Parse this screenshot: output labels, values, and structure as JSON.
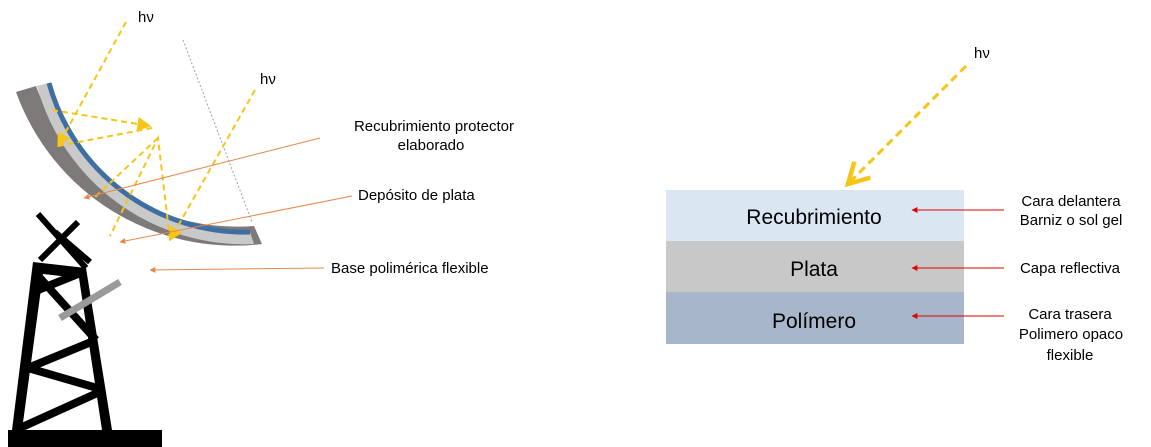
{
  "left_diagram": {
    "hv_label_1": "hν",
    "hv_label_2": "hν",
    "label_coating_line1": "Recubrimiento protector",
    "label_coating_line2": "elaborado",
    "label_silver": "Depósito de plata",
    "label_base": "Base polimérica flexible"
  },
  "right_diagram": {
    "hv_label": "hν",
    "layers": [
      {
        "name": "Recubrimiento",
        "color": "#dae7f3"
      },
      {
        "name": "Plata",
        "color": "#c8c8c8"
      },
      {
        "name": "Polímero",
        "color": "#a8b6ca"
      }
    ],
    "side_labels": [
      {
        "lines": [
          "Cara delantera",
          "Barniz o sol gel"
        ]
      },
      {
        "lines": [
          "Capa reflectiva"
        ]
      },
      {
        "lines": [
          "Cara trasera",
          "Polimero opaco",
          "flexible"
        ]
      }
    ]
  },
  "colors": {
    "light_ray": "#f5c518",
    "coating_blue": "#3f6fa0",
    "silver_layer": "#c9c9c9",
    "polymer_base": "#7e7a7a",
    "leader_orange": "#e6874a",
    "pointer_red": "#e00000",
    "tower": "#000000"
  }
}
